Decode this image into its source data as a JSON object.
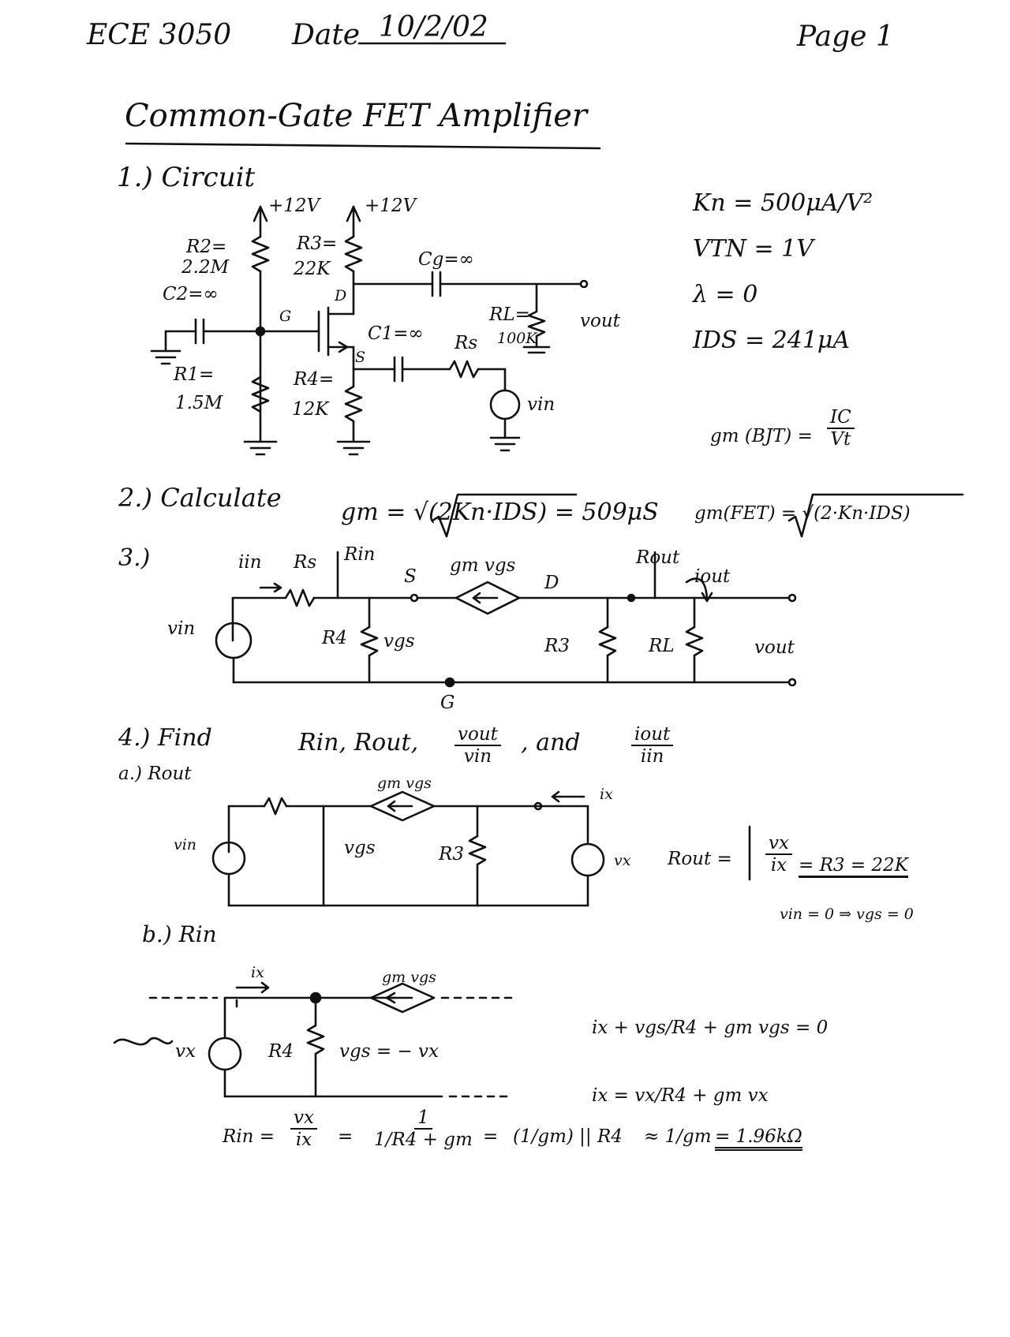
{
  "header": {
    "course": "ECE 3050",
    "date_label": "Date",
    "date": "10/2/02",
    "page": "Page 1"
  },
  "title": "Common-Gate FET Amplifier",
  "section1": {
    "heading": "1.) Circuit",
    "supply_left": "+12V",
    "supply_right": "+12V",
    "r2": "R2=",
    "r2_val": "2.2M",
    "r3": "R3=",
    "r3_val": "22K",
    "c2": "C2=∞",
    "cg": "Cg=∞",
    "c1": "C1=∞",
    "r1": "R1=",
    "r1_val": "1.5M",
    "r4": "R4=",
    "r4_val": "12K",
    "node_g": "G",
    "node_d": "D",
    "node_s": "S",
    "rl": "RL=",
    "rl_val": "100K",
    "rs": "Rs",
    "vout": "vout",
    "vin": "vin"
  },
  "params": {
    "kn": "Kn = 500μA/V²",
    "vtn": "VTN = 1V",
    "lambda": "λ = 0",
    "ids": "IDS = 241μA"
  },
  "gm_bjt": {
    "lhs": "gm (BJT) =",
    "num": "IC",
    "den": "Vt"
  },
  "section2": {
    "heading": "2.) Calculate",
    "gm_eq": "gm = √(2Kn·IDS) = 509μS",
    "gm_fet": "gm(FET) = √(2·Kn·IDS)"
  },
  "section3": {
    "heading": "3.)",
    "iin": "iin",
    "rs": "Rs",
    "rin": "Rin",
    "s": "S",
    "dep": "gm vgs",
    "d": "D",
    "rout": "Rout",
    "iout": "iout",
    "vin": "vin",
    "r4": "R4",
    "vgs": "vgs",
    "r3": "R3",
    "rl": "RL",
    "vout": "vout",
    "g": "G"
  },
  "section4": {
    "heading": "4.) Find",
    "items": "Rin, Rout,",
    "vratio_num": "vout",
    "vratio_den": "vin",
    "and": ", and",
    "iratio_num": "iout",
    "iratio_den": "iin",
    "a_heading": "a.) Rout",
    "a_dep": "gm vgs",
    "a_ix": "ix",
    "a_vin": "vin",
    "a_vgs": "vgs",
    "a_r3": "R3",
    "a_vx": "vx",
    "a_rout": "Rout =",
    "a_num": "vx",
    "a_den": "ix",
    "a_result": "= R3 = 22K",
    "a_note": "vin = 0 ⇒ vgs = 0",
    "b_heading": "b.) Rin",
    "b_ix": "ix",
    "b_dep": "gm vgs",
    "b_vx": "vx",
    "b_r4": "R4",
    "b_vgs": "vgs = − vx",
    "b_eq1": "ix + vgs/R4 + gm vgs = 0",
    "b_eq2": "ix = vx/R4 + gm vx",
    "b_rin": "Rin =",
    "b_final": "= 1.96kΩ"
  }
}
